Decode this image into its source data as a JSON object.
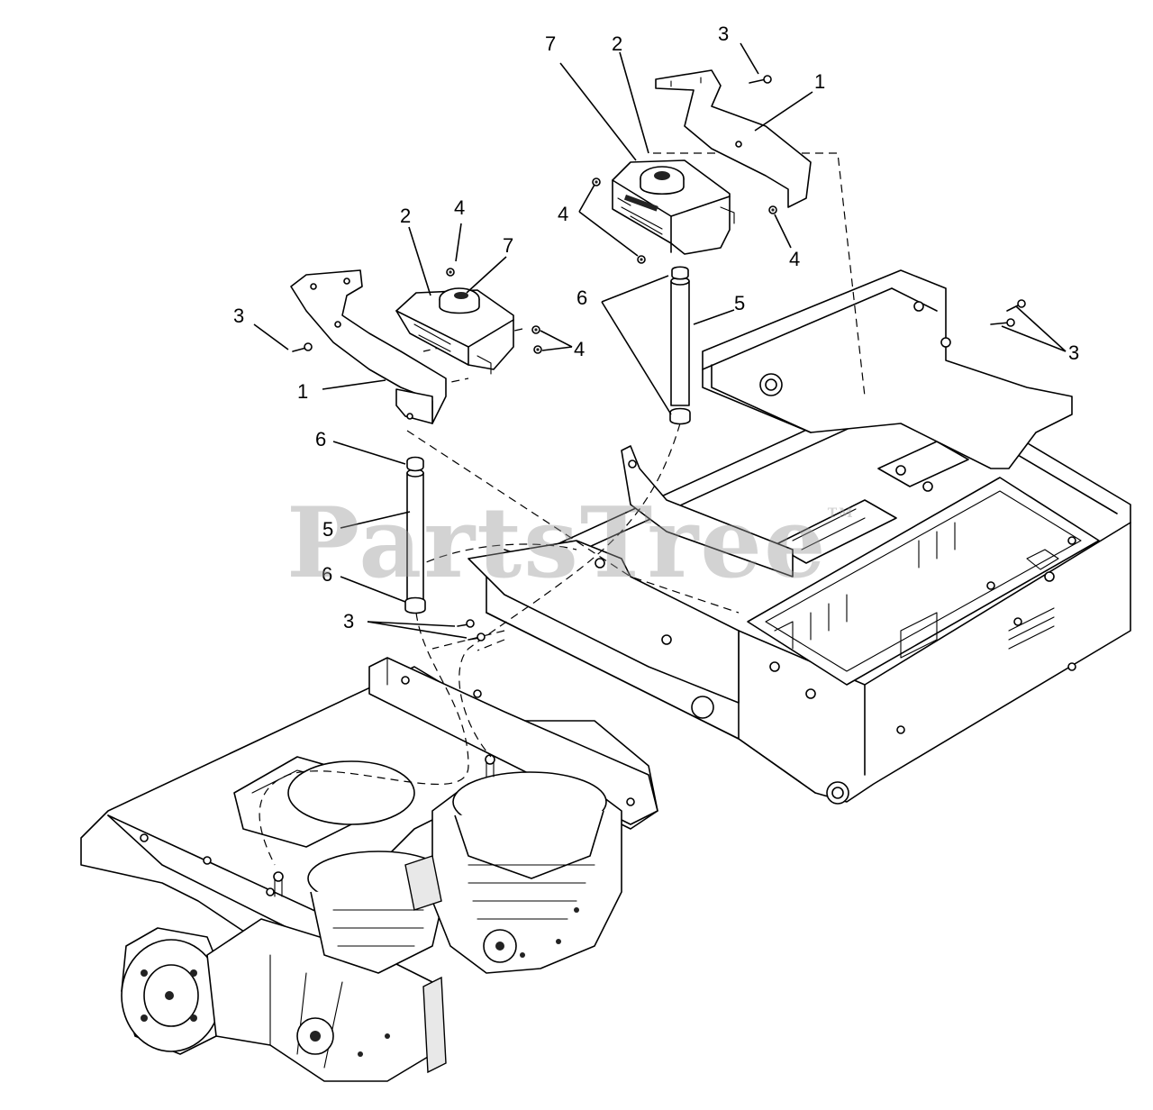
{
  "watermark": {
    "text": "PartsTree",
    "mark": "TM"
  },
  "callouts": [
    {
      "id": "c1",
      "label": "7"
    },
    {
      "id": "c2",
      "label": "2"
    },
    {
      "id": "c3",
      "label": "3"
    },
    {
      "id": "c4",
      "label": "1"
    },
    {
      "id": "c5",
      "label": "2"
    },
    {
      "id": "c6",
      "label": "4"
    },
    {
      "id": "c7",
      "label": "7"
    },
    {
      "id": "c8",
      "label": "4"
    },
    {
      "id": "c9",
      "label": "4"
    },
    {
      "id": "c10",
      "label": "6"
    },
    {
      "id": "c11",
      "label": "5"
    },
    {
      "id": "c12",
      "label": "3"
    },
    {
      "id": "c13",
      "label": "4"
    },
    {
      "id": "c14",
      "label": "3"
    },
    {
      "id": "c15",
      "label": "1"
    },
    {
      "id": "c16",
      "label": "6"
    },
    {
      "id": "c17",
      "label": "5"
    },
    {
      "id": "c18",
      "label": "6"
    },
    {
      "id": "c19",
      "label": "3"
    }
  ]
}
